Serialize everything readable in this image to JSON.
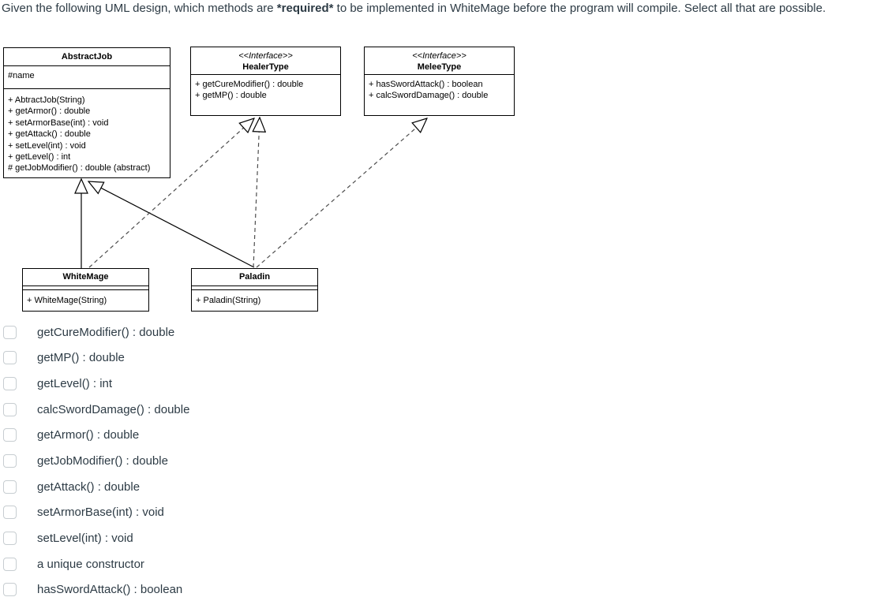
{
  "question": {
    "prefix": "Given the following UML design, which methods are ",
    "bold": "*required*",
    "suffix": " to be implemented in WhiteMage before the program will compile. Select all that are possible."
  },
  "diagram": {
    "classes": [
      {
        "title": "AbstractJob",
        "fields": [
          "#name"
        ],
        "methods": [
          "+ AbtractJob(String)",
          "+ getArmor() : double",
          "+ setArmorBase(int) : void",
          "+ getAttack() : double",
          "+ setLevel(int) : void",
          "+ getLevel() : int",
          "# getJobModifier() : double (abstract)"
        ]
      },
      {
        "stereotype": "<<Interface>>",
        "title": "HealerType",
        "fields": [],
        "methods": [
          "+ getCureModifier() : double",
          "+ getMP() : double"
        ]
      },
      {
        "stereotype": "<<Interface>>",
        "title": "MeleeType",
        "fields": [],
        "methods": [
          "+ hasSwordAttack() : boolean",
          "+ calcSwordDamage() : double"
        ]
      },
      {
        "title": "WhiteMage",
        "fields": [],
        "methods": [
          "+ WhiteMage(String)"
        ]
      },
      {
        "title": "Paladin",
        "fields": [],
        "methods": [
          "+ Paladin(String)"
        ]
      }
    ],
    "relationships": [
      {
        "from": "WhiteMage",
        "to": "AbstractJob",
        "type": "generalization",
        "line": "solid"
      },
      {
        "from": "Paladin",
        "to": "AbstractJob",
        "type": "generalization",
        "line": "solid"
      },
      {
        "from": "WhiteMage",
        "to": "HealerType",
        "type": "realization",
        "line": "dashed"
      },
      {
        "from": "Paladin",
        "to": "HealerType",
        "type": "realization",
        "line": "dashed"
      },
      {
        "from": "Paladin",
        "to": "MeleeType",
        "type": "realization",
        "line": "dashed"
      }
    ]
  },
  "options": [
    {
      "label": "getCureModifier() : double",
      "checked": false
    },
    {
      "label": "getMP() : double",
      "checked": false
    },
    {
      "label": "getLevel() : int",
      "checked": false
    },
    {
      "label": "calcSwordDamage() : double",
      "checked": false
    },
    {
      "label": "getArmor() : double",
      "checked": false
    },
    {
      "label": "getJobModifier() : double",
      "checked": false
    },
    {
      "label": "getAttack() : double",
      "checked": false
    },
    {
      "label": "setArmorBase(int) : void",
      "checked": false
    },
    {
      "label": "setLevel(int) : void",
      "checked": false
    },
    {
      "label": "a unique constructor",
      "checked": false
    },
    {
      "label": "hasSwordAttack() : boolean",
      "checked": false
    }
  ],
  "colors": {
    "text": "#2d3b45",
    "checkbox_border": "#c7cdd1",
    "solid_line": "#000000",
    "dashed_line": "#4d4d4d"
  }
}
